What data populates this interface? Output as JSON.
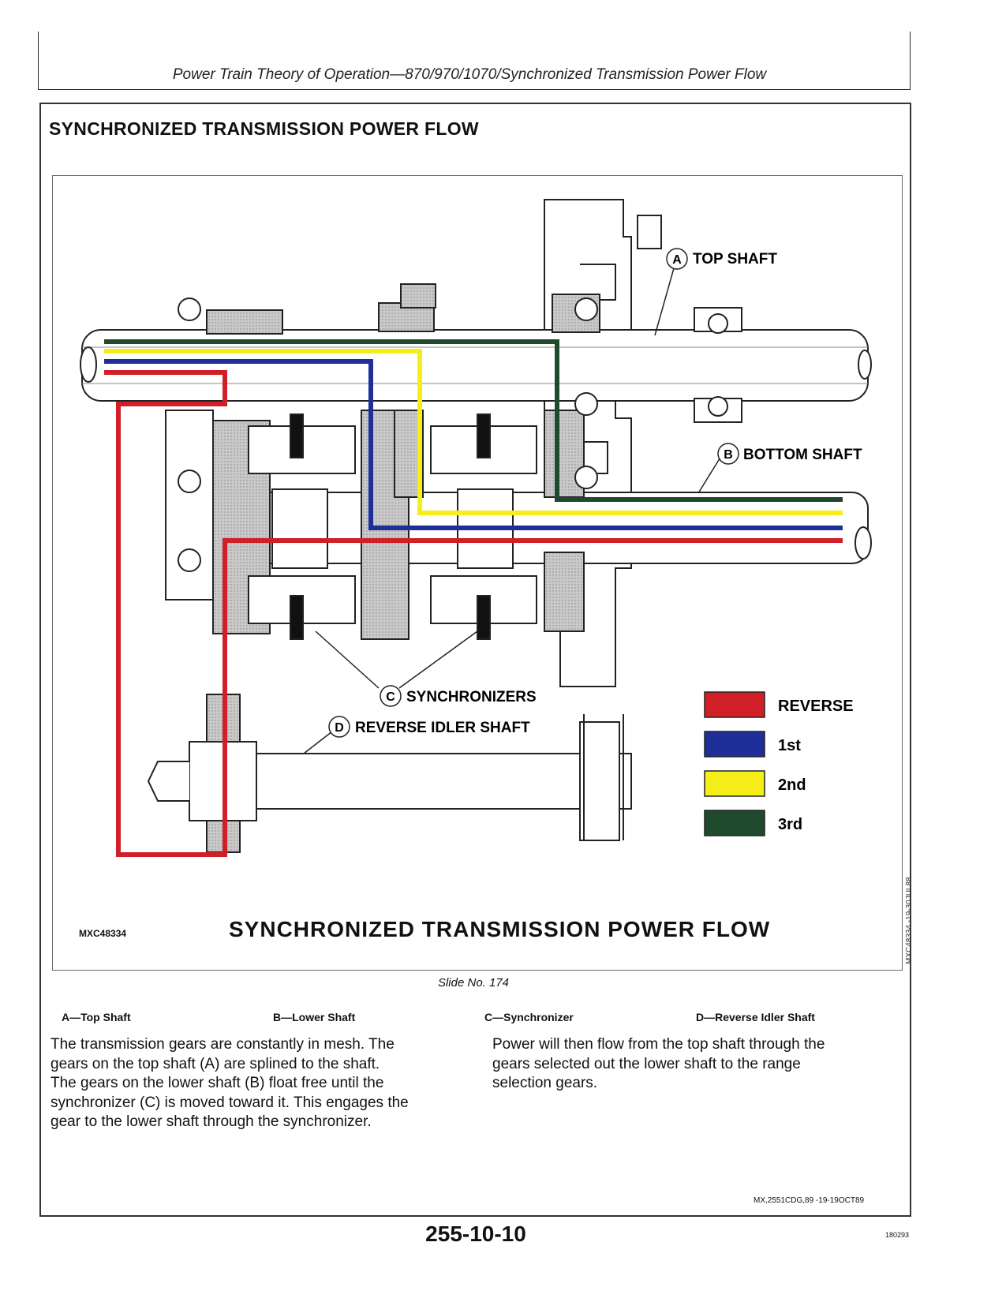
{
  "header": {
    "running_head": "Power Train Theory of Operation—870/970/1070/Synchronized Transmission Power Flow"
  },
  "section_title": "SYNCHRONIZED TRANSMISSION POWER FLOW",
  "figure": {
    "labels": {
      "a": {
        "letter": "A",
        "text": "TOP SHAFT"
      },
      "b": {
        "letter": "B",
        "text": "BOTTOM SHAFT"
      },
      "c": {
        "letter": "C",
        "text": "SYNCHRONIZERS"
      },
      "d": {
        "letter": "D",
        "text": "REVERSE IDLER SHAFT"
      }
    },
    "legend": [
      {
        "label": "REVERSE",
        "color": "#d11f28"
      },
      {
        "label": "1st",
        "color": "#1f2f9a"
      },
      {
        "label": "2nd",
        "color": "#f6ee19"
      },
      {
        "label": "3rd",
        "color": "#1f4a2d"
      }
    ],
    "id": "MXC48334",
    "title": "SYNCHRONIZED TRANSMISSION POWER FLOW",
    "side_code": "MXC48334 -19-30JUL88"
  },
  "slide_no": "Slide No. 174",
  "legend_items": {
    "a": "A—Top Shaft",
    "b": "B—Lower Shaft",
    "c": "C—Synchronizer",
    "d": "D—Reverse Idler Shaft"
  },
  "paragraphs": {
    "left": [
      "The transmission gears are constantly in mesh. The",
      "gears on the top shaft (A) are splined to the shaft.",
      "The gears on the lower shaft (B) float free until the",
      "synchronizer (C) is moved toward it. This engages the",
      "gear to the lower shaft through the synchronizer."
    ],
    "right": [
      "Power will then flow from the top shaft through the",
      "gears selected out the lower shaft to the range",
      "selection gears."
    ]
  },
  "footer_code": "MX,2551CDG,89 -19-19OCT89",
  "page_number": "255-10-10",
  "corner_code": "180293"
}
